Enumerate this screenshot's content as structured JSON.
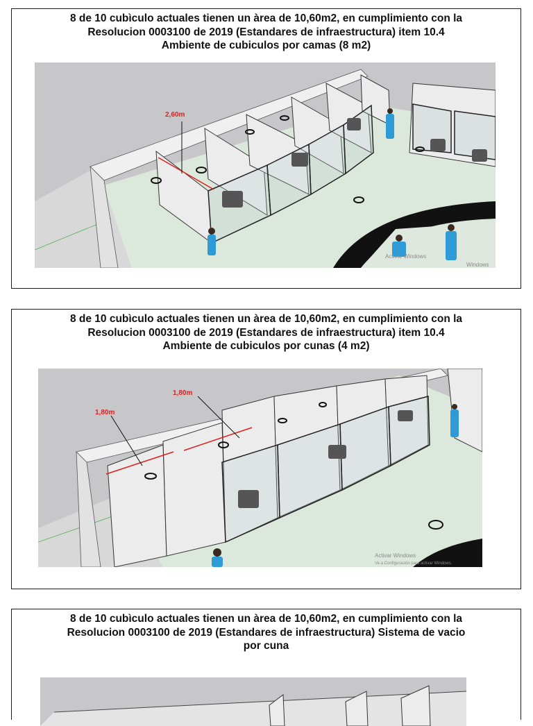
{
  "panels": [
    {
      "caption": [
        "8 de 10 cubìculo actuales tienen un àrea de 10,60m2, en cumplimiento con la",
        "Resolucion  0003100 de 2019 (Estandares de infraestructura) item 10.4",
        "Ambiente de cubiculos por camas (8 m2)"
      ],
      "dimension_labels": [
        "2,60m"
      ],
      "watermark": [
        "Activar Windows",
        "Windows"
      ]
    },
    {
      "caption": [
        "8 de 10 cubìculo actuales tienen un àrea de 10,60m2, en cumplimiento con la",
        "Resolucion  0003100 de 2019 (Estandares de infraestructura) item 10.4",
        "Ambiente de cubiculos por cunas (4 m2)"
      ],
      "dimension_labels": [
        "1,80m",
        "1,80m"
      ],
      "watermark": [
        "Activar Windows",
        "Ve a Configuración para activar Windows."
      ]
    },
    {
      "caption": [
        "8 de 10 cubìculo actuales tienen un àrea de 10,60m2, en cumplimiento con la",
        "Resolucion  0003100 de 2019 (Estandares de infraestructura) Sistema de vacio",
        "por cuna"
      ]
    }
  ],
  "colors": {
    "wall": "#e6e6e6",
    "floor": "#dde8dc",
    "sky": "#c7c7c9",
    "dimension": "#e02020",
    "nurse": "#2e9bd6",
    "counter": "#111111"
  },
  "icons": [
    "armchair-icon",
    "nurse-figure-icon",
    "ceiling-lamp-icon",
    "monitor-icon"
  ]
}
